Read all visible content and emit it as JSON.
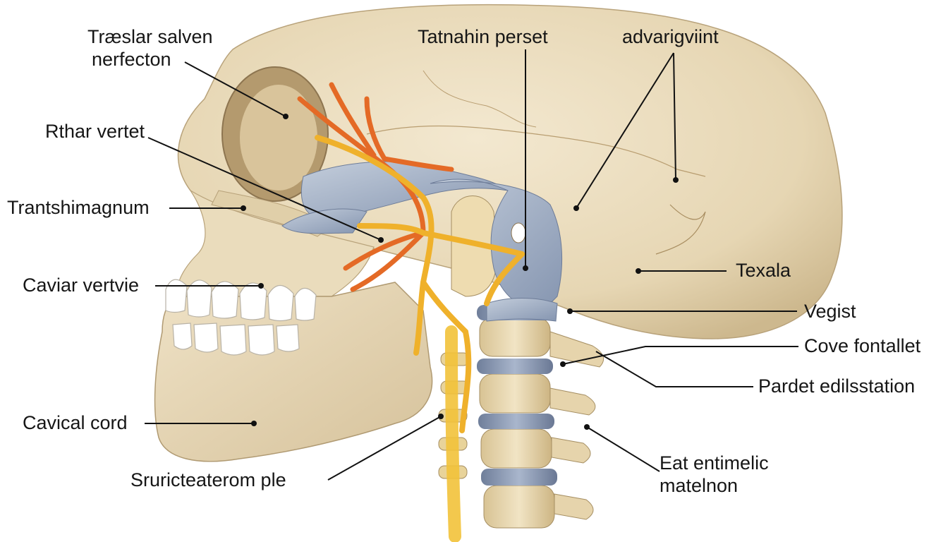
{
  "labels": {
    "top_left_line1": "Træslar salven",
    "top_left_line2": "nerfecton",
    "rthar": "Rthar vertet",
    "trantshi": "Trantshimagnum",
    "caviar": "Caviar vertvie",
    "cavical": "Cavical cord",
    "sruric": "Sruricteaterom ple",
    "tatnahin": "Tatnahin perset",
    "advar": "advarigviint",
    "texala": "Texala",
    "vegist": "Vegist",
    "cove": "Cove fontallet",
    "pardet": "Pardet edilsstation",
    "eat_line1": "Eat entimelic",
    "eat_line2": "matelnon"
  },
  "colors": {
    "bone": "#eadcbc",
    "bone_shadow": "#c9b48a",
    "ligament": "#a9b6c8",
    "nerve_orange": "#e8702a",
    "nerve_yellow": "#f0b62c",
    "leader": "#111111"
  }
}
